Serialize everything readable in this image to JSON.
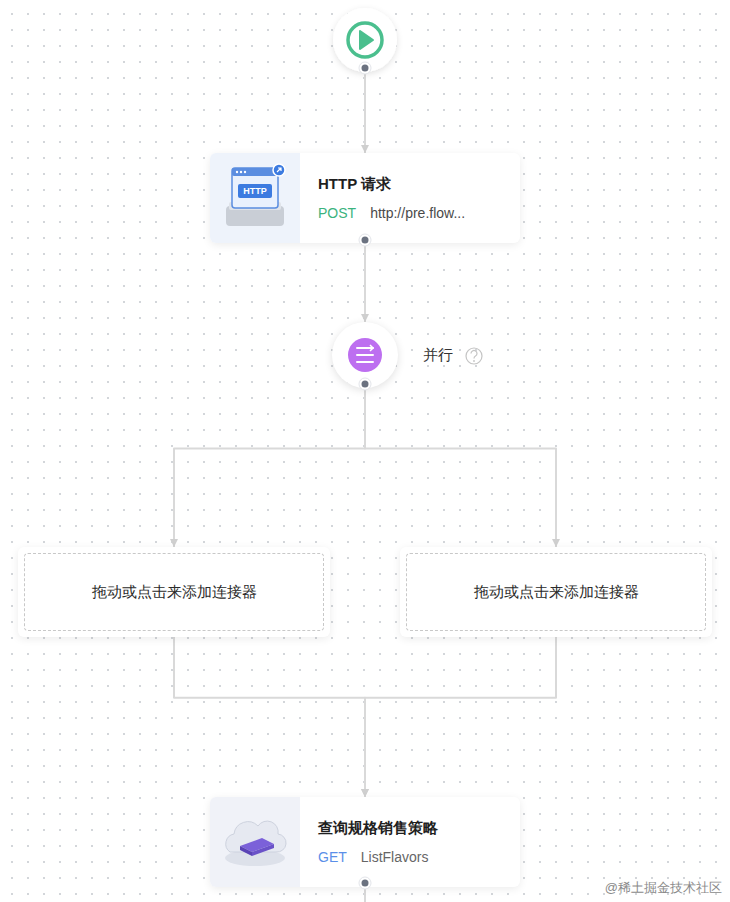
{
  "diagram": {
    "nodes": [
      {
        "text": [
          "HTTP 请求",
          "POST",
          "http://pre.flow..."
        ]
      },
      {
        "text": [
          "并行"
        ]
      },
      {
        "text": [
          "拖动或点击来添加连接器"
        ]
      },
      {
        "text": [
          "拖动或点击来添加连接器"
        ]
      },
      {
        "text": [
          "查询规格销售策略",
          "GET",
          "ListFlavors"
        ]
      }
    ],
    "edges": [
      {
        "from": 0,
        "to": 1,
        "arrow": "to"
      },
      {
        "from": 1,
        "to": 2,
        "arrow": "to"
      },
      {
        "from": 1,
        "to": 3,
        "arrow": "to"
      },
      {
        "from": 2,
        "to": 4,
        "arrow": "to"
      },
      {
        "from": 3,
        "to": 4,
        "arrow": "to"
      }
    ],
    "labels": [
      "HTTP",
      "@稀土掘金技术社区"
    ]
  }
}
